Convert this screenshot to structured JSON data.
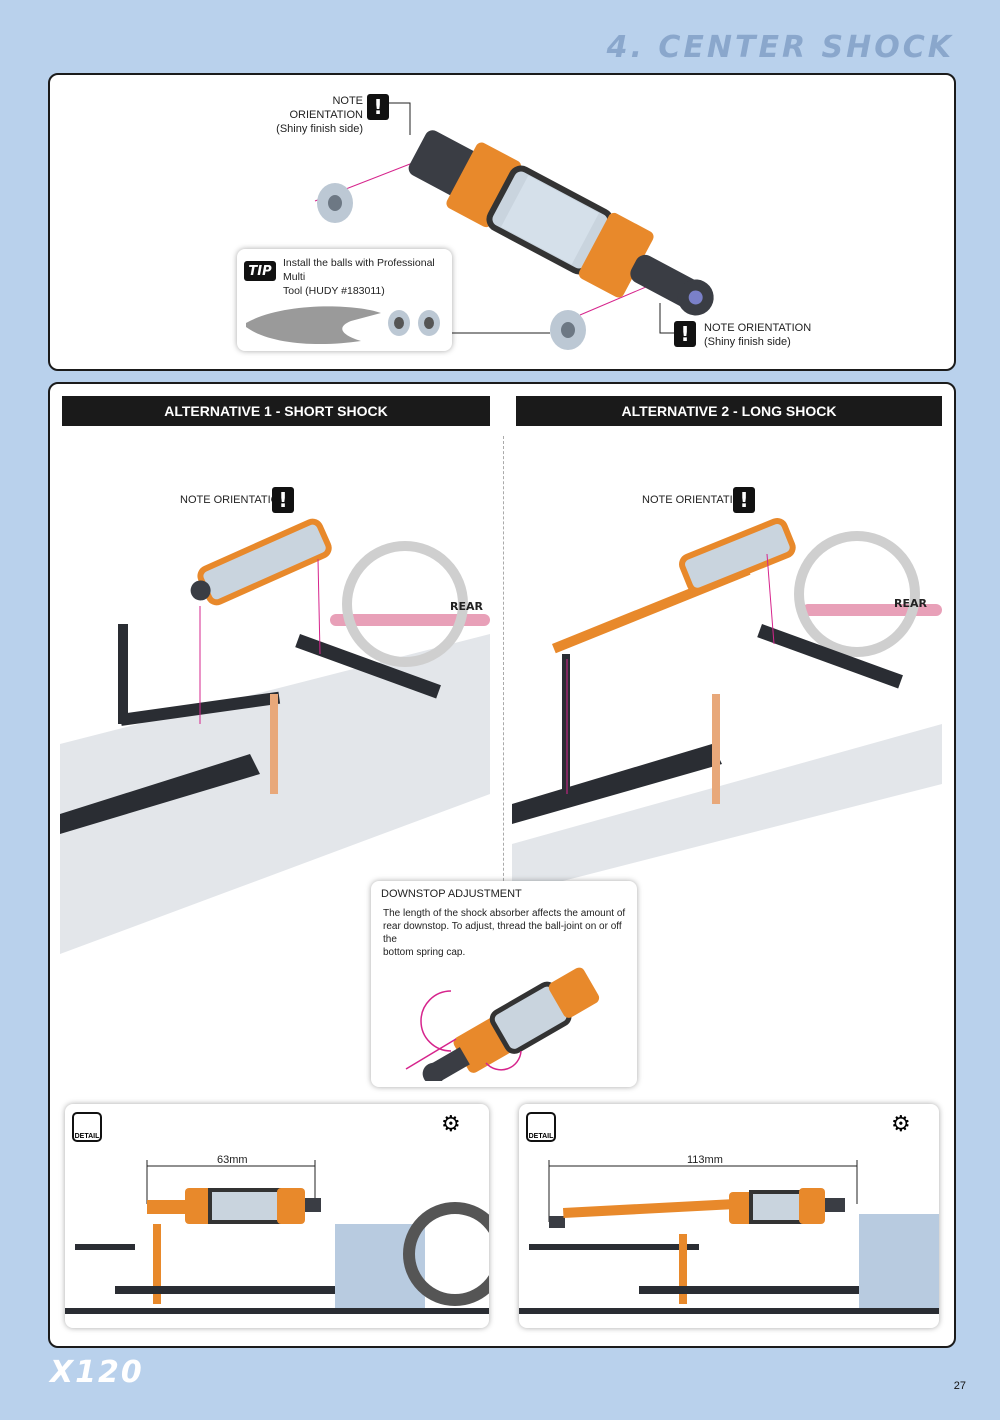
{
  "header": {
    "section_title": "4. CENTER SHOCK"
  },
  "top": {
    "note_top": {
      "line1": "NOTE ORIENTATION",
      "line2": "(Shiny finish side)"
    },
    "note_bottom": {
      "line1": "NOTE ORIENTATION",
      "line2": "(Shiny finish side)"
    },
    "tip": {
      "badge": "TIP",
      "text_line1": "Install the balls with Professional Multi",
      "text_line2": "Tool (HUDY #183011)"
    }
  },
  "alt1": {
    "title": "ALTERNATIVE 1 - SHORT SHOCK",
    "note": "NOTE ORIENTATION",
    "rear": "REAR"
  },
  "alt2": {
    "title": "ALTERNATIVE 2 - LONG SHOCK",
    "note": "NOTE ORIENTATION",
    "rear": "REAR"
  },
  "downstop": {
    "title": "DOWNSTOP ADJUSTMENT",
    "text_line1": "The length of the shock absorber affects the amount of",
    "text_line2": "rear downstop. To adjust, thread the ball-joint on or off the",
    "text_line3": "bottom spring cap."
  },
  "detail1": {
    "badge": "DETAIL",
    "dimension": "63mm"
  },
  "detail2": {
    "badge": "DETAIL",
    "dimension": "113mm"
  },
  "footer": {
    "brand": "X120",
    "page_number": "27"
  },
  "colors": {
    "accent_orange": "#e8892b",
    "background": "#b9d1ec",
    "header_bar": "#1a1a1a",
    "arrow_magenta": "#d6248c"
  }
}
